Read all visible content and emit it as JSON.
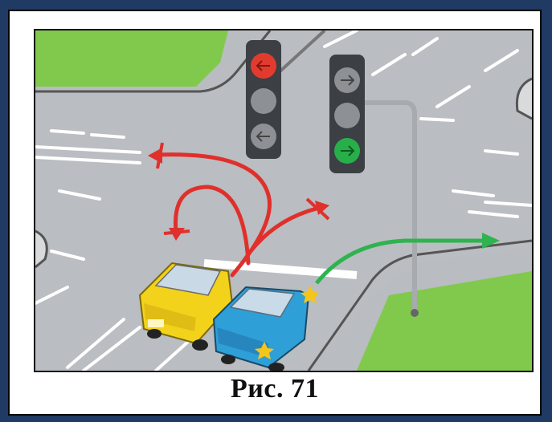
{
  "caption": "Рис. 71",
  "colors": {
    "grass": "#7fc84a",
    "road": "#b9bcc0",
    "red_path": "#e0302c",
    "green_path": "#2fb24f",
    "yellow_car": "#f2d21b",
    "blue_car": "#2f9fd8",
    "frame": "#1f3a63"
  },
  "traffic_lights": {
    "left": {
      "lit": "red",
      "signal": "left-arrow"
    },
    "right": {
      "lit": "green",
      "signal": "right-arrow"
    }
  }
}
